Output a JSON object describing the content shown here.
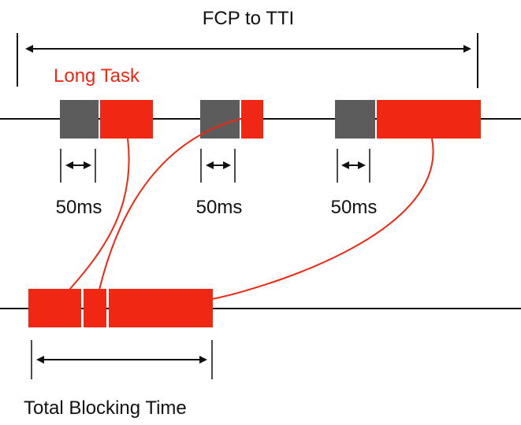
{
  "title": "FCP to TTI",
  "long_task_label": "Long Task",
  "interval_label": "50ms",
  "total_label": "Total Blocking Time",
  "colors": {
    "blocking": "#ef2713",
    "idle": "#5c5c5c",
    "line": "#111111",
    "long_task_text": "#ef2713"
  }
}
